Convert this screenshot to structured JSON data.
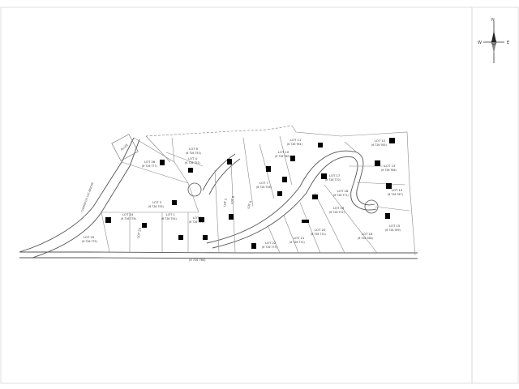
{
  "north_arrow": {
    "label": "N",
    "east": "E",
    "west": "W"
  },
  "road_name": "CHEMIN DU LAC-BRIDGE",
  "street_label": "(6 726 780)",
  "alley_label": "ALLEE",
  "lots": [
    {
      "id": "lot-25",
      "name": "LOT 25",
      "ref": "(6 726 775)"
    },
    {
      "id": "lot-24",
      "name": "LOT 24",
      "ref": "(6 726 776)"
    },
    {
      "id": "lot-23",
      "name": "LOT 23",
      "ref": "(6 726 778)"
    },
    {
      "id": "lot-26",
      "name": "LOT 26",
      "ref": "(6 726 777)"
    },
    {
      "id": "lot-6",
      "name": "LOT 6",
      "ref": "(6 726 753)"
    },
    {
      "id": "lot-4",
      "name": "LOT 4",
      "ref": "(6 726 752)"
    },
    {
      "id": "lot-3",
      "name": "LOT 3",
      "ref": "(6 726 755)"
    },
    {
      "id": "lot-1",
      "name": "LOT 1",
      "ref": "(6 726 754)"
    },
    {
      "id": "lot-2",
      "name": "LOT 2",
      "ref": "(6 726 756)"
    },
    {
      "id": "lot-5",
      "name": "LOT 5",
      "ref": "(6 726 757)"
    },
    {
      "id": "lot-8",
      "name": "LOT 8",
      "ref": "(6 726 759)"
    },
    {
      "id": "lot-9",
      "name": "LOT 9",
      "ref": "(6 726 761)"
    },
    {
      "id": "lot-11",
      "name": "LOT 11",
      "ref": "(6 726 764)"
    },
    {
      "id": "lot-10",
      "name": "LOT 10",
      "ref": "(6 726 760)"
    },
    {
      "id": "lot-7",
      "name": "LOT 7",
      "ref": "(6 726 758)"
    },
    {
      "id": "lot-22",
      "name": "LOT 22",
      "ref": "(6 726 773)"
    },
    {
      "id": "lot-21",
      "name": "LOT 21",
      "ref": "(6 726 772)"
    },
    {
      "id": "lot-20",
      "name": "LOT 20",
      "ref": "(6 726 774)"
    },
    {
      "id": "lot-19",
      "name": "LOT 19",
      "ref": "(6 726 772)"
    },
    {
      "id": "lot-18",
      "name": "LOT 18",
      "ref": "(6 726 771)"
    },
    {
      "id": "lot-17",
      "name": "LOT 17",
      "ref": "(6 726 770)"
    },
    {
      "id": "lot-16",
      "name": "LOT 16",
      "ref": "(6 726 768)"
    },
    {
      "id": "lot-12",
      "name": "LOT 12",
      "ref": "(6 726 765)"
    },
    {
      "id": "lot-13",
      "name": "LOT 13",
      "ref": "(6 726 766)"
    },
    {
      "id": "lot-14",
      "name": "LOT 14",
      "ref": "(6 726 767)"
    },
    {
      "id": "lot-15",
      "name": "LOT 15",
      "ref": "(6 726 769)"
    }
  ]
}
